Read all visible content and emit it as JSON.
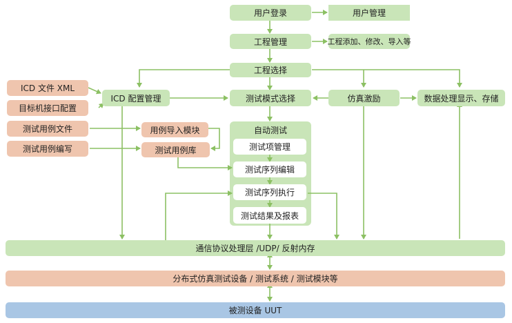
{
  "nodes": {
    "user_login": "用户登录",
    "user_mgmt": "用户管理",
    "project_mgmt": "工程管理",
    "project_ops": "工程添加、修改、导入等",
    "project_select": "工程选择",
    "icd_xml": "ICD 文件 XML",
    "target_iface": "目标机接口配置",
    "icd_config": "ICD 配置管理",
    "test_mode": "测试模式选择",
    "sim_stimulus": "仿真激励",
    "data_proc": "数据处理显示、存储",
    "case_file": "测试用例文件",
    "case_write": "测试用例编写",
    "case_import": "用例导入模块",
    "case_lib": "测试用例库",
    "auto_test": "自动测试",
    "item_mgmt": "测试项管理",
    "seq_edit": "测试序列编辑",
    "seq_exec": "测试序列执行",
    "result_report": "测试结果及报表",
    "comm_layer": "通信协议处理层 /UDP/ 反射内存",
    "dist_equip": "分布式仿真测试设备 / 测试系统 / 测试模块等",
    "uut": "被测设备 UUT"
  },
  "colors": {
    "green": "#c9e5b8",
    "orange": "#efc5ae",
    "blue": "#a9c6e4",
    "arrow": "#8cc063"
  }
}
